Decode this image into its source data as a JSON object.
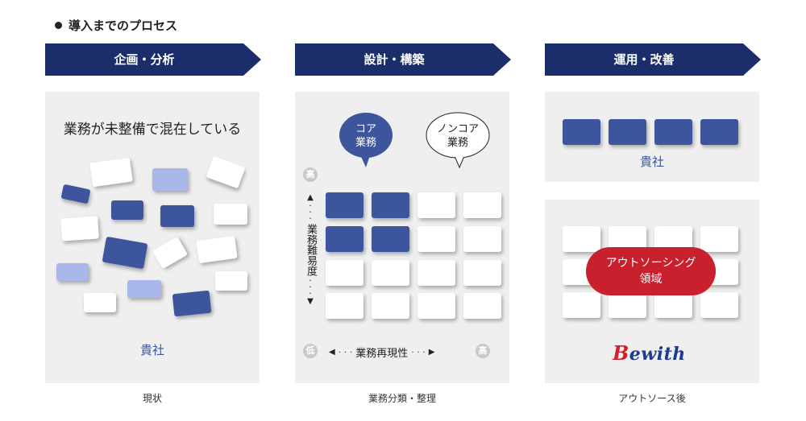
{
  "title": "導入までのプロセス",
  "colors": {
    "navy": "#1b2e6b",
    "card_navy": "#3d559d",
    "lavender": "#aab7ea",
    "red": "#c8202c",
    "panel": "#efefef"
  },
  "steps": [
    {
      "label": "企画・分析",
      "caption": "現状"
    },
    {
      "label": "設計・構築",
      "caption": "業務分類・整理"
    },
    {
      "label": "運用・改善",
      "caption": "アウトソース後"
    }
  ],
  "panel1": {
    "heading": "業務が未整備で混在している",
    "company": "貴社"
  },
  "panel2": {
    "core": [
      "コア",
      "業務"
    ],
    "noncore": [
      "ノンコア",
      "業務"
    ],
    "high_top": "高",
    "vaxis_label": "業務難易度",
    "low": "低",
    "haxis_label": "業務再現性",
    "high_right": "高"
  },
  "panel3": {
    "company": "貴社",
    "outsourcing": [
      "アウトソーシング",
      "領域"
    ],
    "brand": {
      "first": "B",
      "rest": "ewith"
    }
  }
}
